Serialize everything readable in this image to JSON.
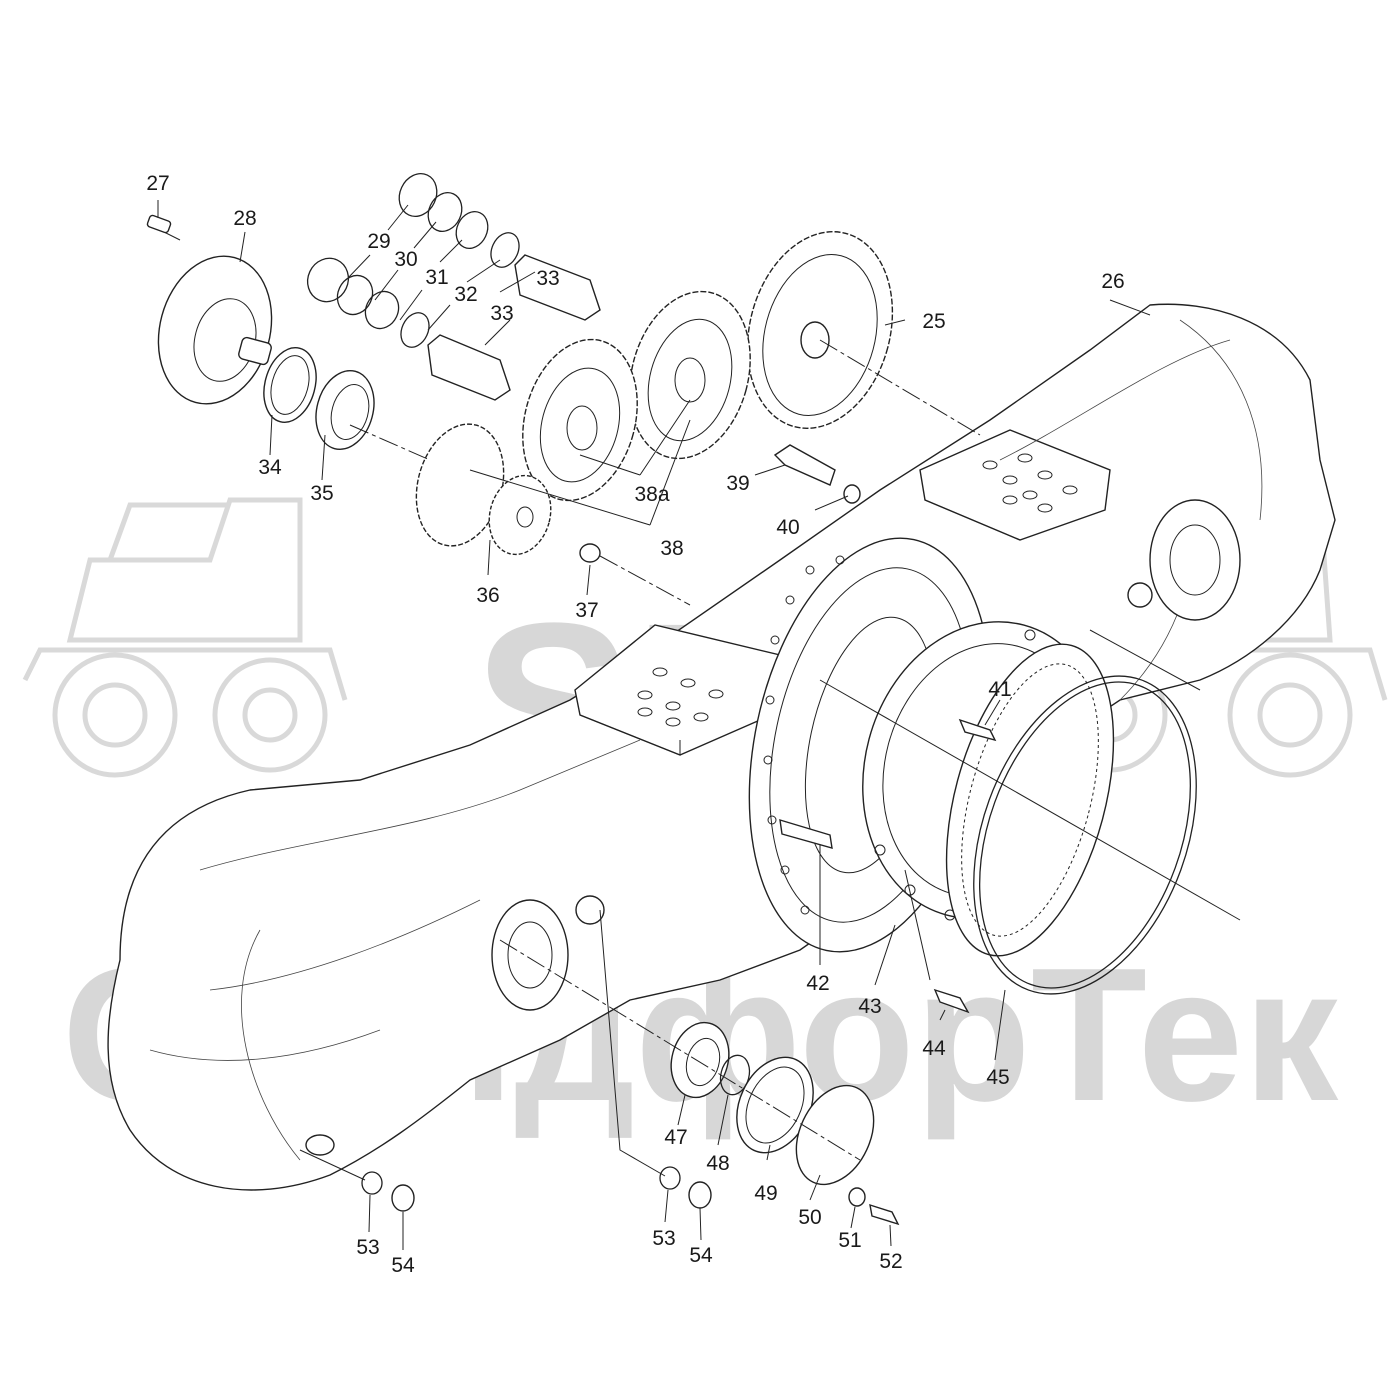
{
  "watermark": {
    "brand": "SFT",
    "company": "СкандфорТек",
    "color": "#d7d7d7"
  },
  "callouts": [
    {
      "id": "c25",
      "text": "25"
    },
    {
      "id": "c26",
      "text": "26"
    },
    {
      "id": "c27",
      "text": "27"
    },
    {
      "id": "c28",
      "text": "28"
    },
    {
      "id": "c29",
      "text": "29"
    },
    {
      "id": "c30",
      "text": "30"
    },
    {
      "id": "c31",
      "text": "31"
    },
    {
      "id": "c32",
      "text": "32"
    },
    {
      "id": "c33a",
      "text": "33"
    },
    {
      "id": "c33b",
      "text": "33"
    },
    {
      "id": "c34",
      "text": "34"
    },
    {
      "id": "c35",
      "text": "35"
    },
    {
      "id": "c36",
      "text": "36"
    },
    {
      "id": "c37",
      "text": "37"
    },
    {
      "id": "c38a",
      "text": "38a"
    },
    {
      "id": "c38",
      "text": "38"
    },
    {
      "id": "c39",
      "text": "39"
    },
    {
      "id": "c40",
      "text": "40"
    },
    {
      "id": "c41",
      "text": "41"
    },
    {
      "id": "c42",
      "text": "42"
    },
    {
      "id": "c43",
      "text": "43"
    },
    {
      "id": "c44",
      "text": "44"
    },
    {
      "id": "c45",
      "text": "45"
    },
    {
      "id": "c47",
      "text": "47"
    },
    {
      "id": "c48",
      "text": "48"
    },
    {
      "id": "c49",
      "text": "49"
    },
    {
      "id": "c50",
      "text": "50"
    },
    {
      "id": "c51",
      "text": "51"
    },
    {
      "id": "c52",
      "text": "52"
    },
    {
      "id": "c53a",
      "text": "53"
    },
    {
      "id": "c53b",
      "text": "53"
    },
    {
      "id": "c54a",
      "text": "54"
    },
    {
      "id": "c54b",
      "text": "54"
    }
  ]
}
